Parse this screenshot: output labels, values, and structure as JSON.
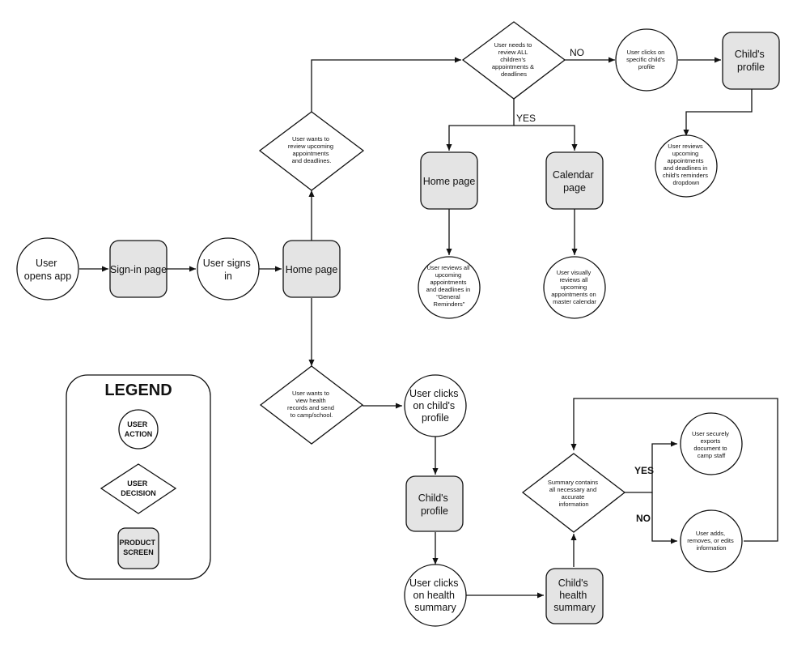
{
  "legend": {
    "title": "LEGEND",
    "action": [
      "USER",
      "ACTION"
    ],
    "decision": [
      "USER",
      "DECISION"
    ],
    "screen": [
      "PRODUCT",
      "SCREEN"
    ]
  },
  "nodes": {
    "user_opens_app": [
      "User",
      "opens app"
    ],
    "signin_page": [
      "Sign-in page"
    ],
    "user_signs_in": [
      "User signs",
      "in"
    ],
    "home_page_main": [
      "Home page"
    ],
    "decision_review": [
      "User wants to",
      "review upcoming",
      "appointments",
      "and deadlines."
    ],
    "decision_all_children": [
      "User needs to",
      "review ALL",
      "children's",
      "appointments &",
      "deadlines"
    ],
    "clicks_specific_child": [
      "User clicks on",
      "specific child's",
      "profile"
    ],
    "childs_profile_top": [
      "Child's",
      "profile"
    ],
    "reviews_child_reminders": [
      "User reviews",
      "upcoming",
      "appointments",
      "and deadlines in",
      "child's reminders",
      "dropdown"
    ],
    "home_page_top": [
      "Home page"
    ],
    "calendar_page": [
      "Calendar",
      "page"
    ],
    "reviews_general": [
      "User reviews all",
      "upcoming",
      "appointments",
      "and deadlines in",
      "\"General",
      "Reminders\""
    ],
    "reviews_master_calendar": [
      "User visually",
      "reviews all",
      "upcoming",
      "appointments on",
      "master calendar"
    ],
    "decision_health": [
      "User wants to",
      "view health",
      "records and send",
      "to camp/school."
    ],
    "clicks_childs_profile": [
      "User clicks",
      "on child's",
      "profile"
    ],
    "childs_profile_mid": [
      "Child's",
      "profile"
    ],
    "clicks_health_summary": [
      "User clicks",
      "on health",
      "summary"
    ],
    "childs_health_summary": [
      "Child's",
      "health",
      "summary"
    ],
    "decision_summary": [
      "Summary contains",
      "all necessary and",
      "accurate",
      "information"
    ],
    "exports_document": [
      "User securely",
      "exports",
      "document to",
      "camp staff"
    ],
    "edits_information": [
      "User adds,",
      "removes, or edits",
      "information"
    ]
  },
  "edge_labels": {
    "no_top": "NO",
    "yes_top": "YES",
    "yes_right": "YES",
    "no_right": "NO"
  }
}
